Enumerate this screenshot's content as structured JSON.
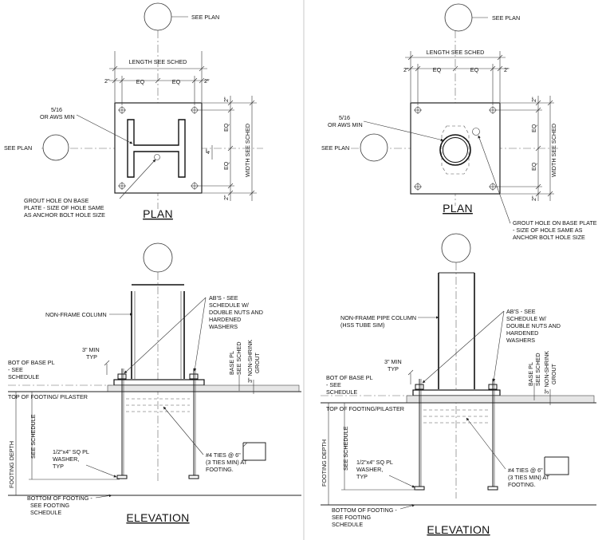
{
  "left": {
    "plan": {
      "title": "PLAN",
      "see_plan_top": "SEE PLAN",
      "see_plan_left": "SEE PLAN",
      "length": "LENGTH SEE SCHED",
      "edge_left": "2\"",
      "edge_right": "2\"",
      "eq_left": "EQ",
      "eq_right": "EQ",
      "weld_1": "5/16",
      "weld_2": "OR AWS MIN",
      "width": "WIDTH SEE SCHED",
      "side_eq_top": "EQ",
      "side_eq_bottom": "EQ",
      "side_edge_top": "2\"",
      "side_edge_bottom": "2\"",
      "hole_dim": "4\"",
      "grout_1": "GROUT HOLE ON BASE",
      "grout_2": "PLATE - SIZE OF HOLE SAME",
      "grout_3": "AS ANCHOR BOLT HOLE SIZE"
    },
    "elevation": {
      "title": "ELEVATION",
      "column": "NON-FRAME COLUMN",
      "ab_1": "AB'S - SEE",
      "ab_2": "SCHEDULE W/",
      "ab_3": "DOUBLE NUTS AND",
      "ab_4": "HARDENED",
      "ab_5": "WASHERS",
      "min_1": "3\" MIN",
      "min_2": "TYP",
      "bot_1": "BOT OF BASE PL",
      "bot_2": "- SEE",
      "bot_3": "SCHEDULE",
      "top_footing": "TOP OF FOOTING/ PILASTER",
      "base_pl_1": "BASE PL",
      "base_pl_2": "SEE SCHED",
      "grout_1": "3\" NON-SHRINK",
      "grout_2": "GROUT",
      "footing_depth": "FOOTING DEPTH",
      "see_schedule": "SEE SCHEDULE",
      "washer_1": "1/2\"x4\" SQ PL",
      "washer_2": "WASHER,",
      "washer_3": "TYP",
      "ties_1": "#4 TIES @ 6\"",
      "ties_2": "(3 TIES MIN) AT",
      "ties_3": "FOOTING.",
      "bottom_1": "BOTTOM OF FOOTING -",
      "bottom_2": "SEE FOOTING",
      "bottom_3": "SCHEDULE"
    }
  },
  "right": {
    "plan": {
      "title": "PLAN",
      "see_plan_top": "SEE PLAN",
      "see_plan_left": "SEE PLAN",
      "length": "LENGTH SEE SCHED",
      "edge_left": "2\"",
      "edge_right": "2\"",
      "eq_left": "EQ",
      "eq_right": "EQ",
      "weld_1": "5/16",
      "weld_2": "OR AWS MIN",
      "width": "WIDTH SEE SCHED",
      "side_eq_top": "EQ",
      "side_eq_bottom": "EQ",
      "side_edge_top": "2\"",
      "side_edge_bottom": "2\"",
      "grout_1": "GROUT HOLE ON BASE PLATE",
      "grout_2": "- SIZE OF HOLE SAME AS",
      "grout_3": "ANCHOR BOLT HOLE SIZE"
    },
    "elevation": {
      "title": "ELEVATION",
      "column_1": "NON-FRAME PIPE COLUMN",
      "column_2": "(HSS TUBE SIM)",
      "ab_1": "AB'S - SEE",
      "ab_2": "SCHEDULE W/",
      "ab_3": "DOUBLE NUTS AND",
      "ab_4": "HARDENED",
      "ab_5": "WASHERS",
      "min_1": "3\" MIN",
      "min_2": "TYP",
      "bot_1": "BOT OF BASE PL",
      "bot_2": "- SEE",
      "bot_3": "SCHEDULE",
      "top_footing": "TOP OF FOOTING/PILASTER",
      "base_pl_1": "BASE PL",
      "base_pl_2": "SEE SCHED",
      "grout_1": "3\" NON-SHRINK",
      "grout_2": "GROUT",
      "footing_depth": "FOOTING DEPTH",
      "see_schedule": "SEE SCHEDULE",
      "washer_1": "1/2\"x4\" SQ PL",
      "washer_2": "WASHER,",
      "washer_3": "TYP",
      "ties_1": "#4 TIES @ 6\"",
      "ties_2": "(3 TIES MIN) AT",
      "ties_3": "FOOTING.",
      "bottom_1": "BOTTOM OF FOOTING -",
      "bottom_2": "SEE FOOTING",
      "bottom_3": "SCHEDULE"
    }
  }
}
